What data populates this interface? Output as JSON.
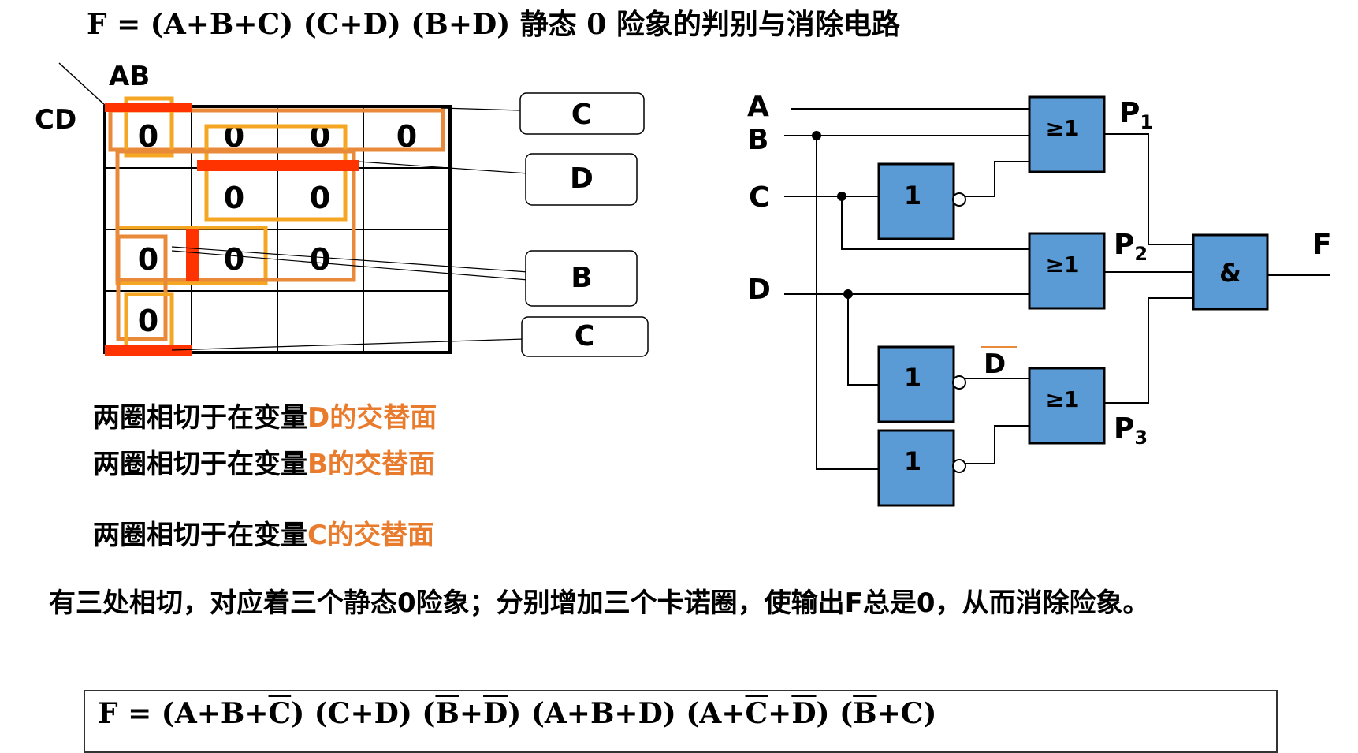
{
  "title": "F = (A+B+C) (C+D) (B+D)  静态 0 险象的判别与消除电路",
  "kmap": {
    "row_var": "CD",
    "col_var": "AB",
    "cells": [
      [
        "0",
        "0",
        "0",
        "0"
      ],
      [
        "",
        "0",
        "0",
        ""
      ],
      [
        "0",
        "0",
        "0",
        ""
      ],
      [
        "0",
        "",
        "",
        ""
      ]
    ],
    "callouts": [
      "C",
      "D",
      "B",
      "C"
    ]
  },
  "notes": [
    {
      "prefix": "两圈相切于在变量",
      "var": "D",
      "suffix": "的交替面"
    },
    {
      "prefix": "两圈相切于在变量",
      "var": "B",
      "suffix": "的交替面"
    },
    {
      "prefix": "两圈相切于在变量",
      "var": "C",
      "suffix": "的交替面"
    }
  ],
  "paragraph": "有三处相切，对应着三个静态0险象；分别增加三个卡诺圈，使输出F总是0，从而消除险象。",
  "formula": {
    "lhs": "F = ",
    "terms": [
      {
        "pre": "(A+B+",
        "bar": "C",
        "post": ")"
      },
      {
        "pre": " (C+D) (",
        "bar": "B",
        "post": "+"
      },
      {
        "pre": "",
        "bar": "D",
        "post": ")"
      },
      {
        "pre": " (A+B+D) (A+",
        "bar": "C",
        "post": "+"
      },
      {
        "pre": "",
        "bar": "D",
        "post": ") ("
      },
      {
        "pre": "",
        "bar": "B",
        "post": "+C)"
      }
    ]
  },
  "circuit": {
    "inputs": [
      "A",
      "B",
      "C",
      "D"
    ],
    "or_gate_label": "≥1",
    "not_gate_label": "1",
    "and_gate_label": "&",
    "outputs": {
      "p1": "P",
      "p1_sub": "1",
      "p2": "P",
      "p2_sub": "2",
      "p3": "P",
      "p3_sub": "3",
      "f": "F"
    },
    "dbar_label": "D"
  },
  "colors": {
    "gate_fill": "#5b9bd5",
    "ring_orange": "#f5a623",
    "ring_dark_orange": "#e98a3a",
    "bar_red": "#ff3300",
    "highlight": "#e87b2c"
  }
}
